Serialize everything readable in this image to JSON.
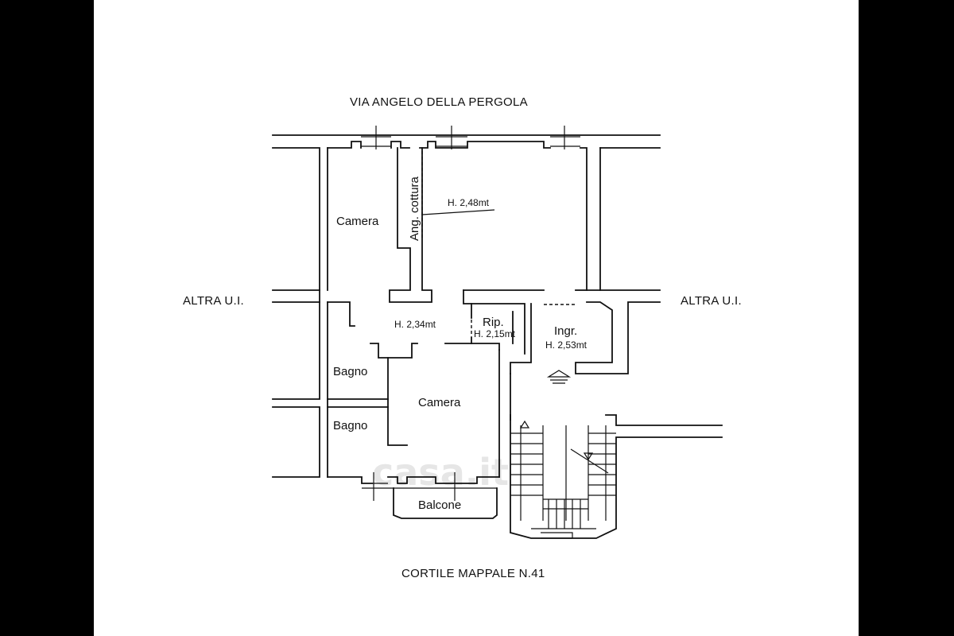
{
  "street_top": "VIA ANGELO DELLA PERGOLA",
  "street_bottom": "CORTILE MAPPALE N.41",
  "neighbor_left": "ALTRA U.I.",
  "neighbor_right": "ALTRA U.I.",
  "rooms": {
    "camera_top": "Camera",
    "angolo_cottura": "Ang. cottura",
    "height_main": "H. 2,48mt",
    "height_corridor": "H. 2,34mt",
    "ripostiglio": "Rip.",
    "height_rip": "H. 2,15mt",
    "ingresso": "Ingr.",
    "height_ingresso": "H. 2,53mt",
    "bagno_1": "Bagno",
    "bagno_2": "Bagno",
    "camera_bottom": "Camera",
    "balcone": "Balcone"
  },
  "watermark": "casa.it"
}
